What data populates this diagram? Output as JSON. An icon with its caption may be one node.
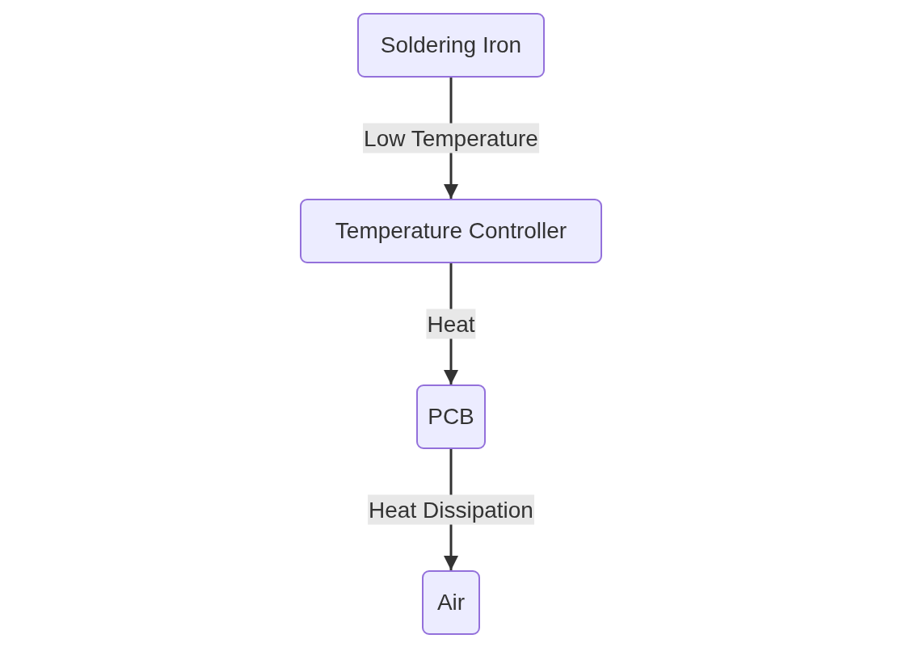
{
  "diagram": {
    "nodes": [
      {
        "text": [
          "Soldering Iron"
        ]
      },
      {
        "text": [
          "Temperature Controller"
        ]
      },
      {
        "text": [
          "PCB"
        ]
      },
      {
        "text": [
          "Air"
        ]
      }
    ],
    "edges": [
      {
        "from": 0,
        "to": 1,
        "arrow": "to",
        "label": "Low Temperature"
      },
      {
        "from": 1,
        "to": 2,
        "arrow": "to",
        "label": "Heat"
      },
      {
        "from": 2,
        "to": 3,
        "arrow": "to",
        "label": "Heat Dissipation"
      }
    ]
  }
}
